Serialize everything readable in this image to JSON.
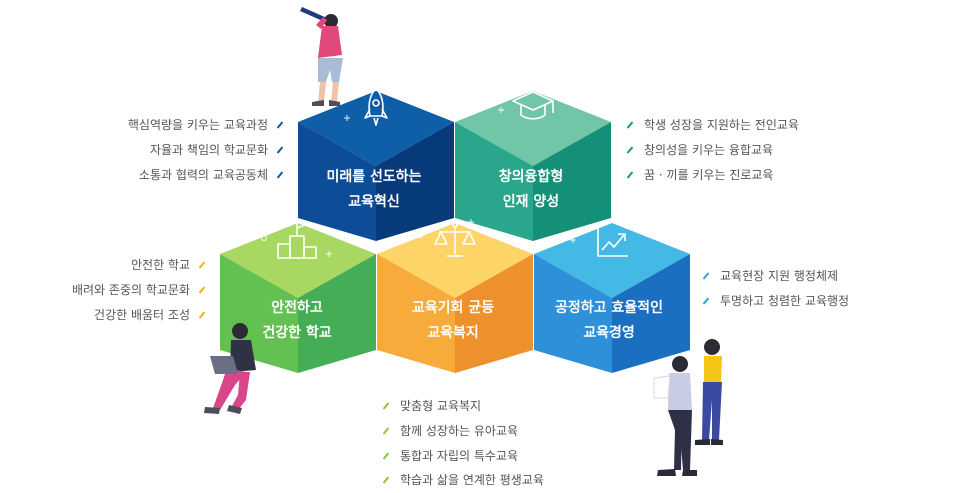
{
  "hexagons": [
    {
      "id": "future",
      "lines": [
        "미래를 선도하는",
        "교육혁신"
      ],
      "icon": "rocket-icon",
      "colors": {
        "top": "#0f5ea8",
        "left": "#0d4c96",
        "right": "#073a7a"
      }
    },
    {
      "id": "creative",
      "lines": [
        "창의융합형",
        "인재 양성"
      ],
      "icon": "graduation-cap-icon",
      "colors": {
        "top": "#72c6a8",
        "left": "#2aa68c",
        "right": "#149079"
      }
    },
    {
      "id": "safe",
      "lines": [
        "안전하고",
        "건강한 학교"
      ],
      "icon": "podium-flag-icon",
      "colors": {
        "top": "#a9d862",
        "left": "#63c152",
        "right": "#45ad55"
      }
    },
    {
      "id": "equity",
      "lines": [
        "교육기회 균등",
        "교육복지"
      ],
      "icon": "balance-scale-icon",
      "colors": {
        "top": "#fcd468",
        "left": "#f6ab3a",
        "right": "#ee902c"
      }
    },
    {
      "id": "admin",
      "lines": [
        "공정하고 효율적인",
        "교육경영"
      ],
      "icon": "growth-chart-icon",
      "colors": {
        "top": "#44b9e6",
        "left": "#2d90d8",
        "right": "#1a6fc0"
      }
    }
  ],
  "lists": {
    "future": {
      "items": [
        "핵심역량을 키우는 교육과정",
        "자율과 책임의 학교문화",
        "소통과 협력의 교육공동체"
      ],
      "mark_color": "#0f5ea8"
    },
    "creative": {
      "items": [
        "학생 성장을 지원하는 전인교육",
        "창의성을 키우는 융합교육",
        "꿈 · 끼를 키우는 진로교육"
      ],
      "mark_color": "#1d9a7f"
    },
    "safe": {
      "items": [
        "안전한 학교",
        "배려와 존중의 학교문화",
        "건강한 배움터 조성"
      ],
      "mark_color": "#f2b21d"
    },
    "admin": {
      "items": [
        "교육현장 지원 행정체제",
        "투명하고 청렴한 교육행정"
      ],
      "mark_color": "#3aa2d8"
    },
    "equity": {
      "items": [
        "맞춤형 교육복지",
        "함께 성장하는 유아교육",
        "통합과 자립의 특수교육",
        "학습과 삶을 연계한 평생교육"
      ],
      "mark_color": "#8cc63f"
    }
  }
}
